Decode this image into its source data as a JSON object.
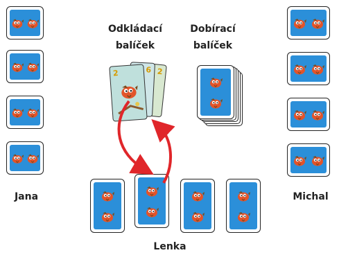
{
  "labels": {
    "discard_line1": "Odkládací",
    "discard_line2": "balíček",
    "draw_line1": "Dobírací",
    "draw_line2": "balíček",
    "player_left": "Jana",
    "player_right": "Michal",
    "player_bottom": "Lenka"
  },
  "discard_cards": [
    {
      "number": "2"
    },
    {
      "number": "6"
    },
    {
      "number": "2"
    }
  ],
  "colors": {
    "card_back": "#2b8fd9",
    "arrow": "#e0262a",
    "critter": "#e2542a"
  },
  "icons": {
    "card_motif": "bird-creature-icon",
    "arrow": "curved-arrow-icon"
  }
}
